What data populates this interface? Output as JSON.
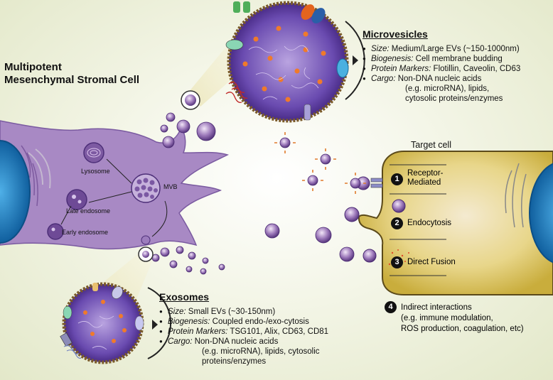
{
  "title": {
    "line1": "Multipotent",
    "line2": "Mesenchymal Stromal Cell"
  },
  "cell_labels": {
    "lysosome": "Lysosome",
    "mvb": "MVB",
    "late_endosome": "Late endosome",
    "early_endosome": "Early endosome"
  },
  "target_cell": {
    "label": "Target cell"
  },
  "mechanisms": [
    {
      "num": "1",
      "line1": "Receptor-",
      "line2": "Mediated"
    },
    {
      "num": "2",
      "line1": "Endocytosis",
      "line2": ""
    },
    {
      "num": "3",
      "line1": "Direct Fusion",
      "line2": ""
    },
    {
      "num": "4",
      "line1": "Indirect interactions",
      "line2": "(e.g. immune modulation,",
      "line3": "ROS production, coagulation, etc)"
    }
  ],
  "microvesicles": {
    "heading": "Microvesicles",
    "size_key": "Size:",
    "size_val": " Medium/Large EVs (~150-1000nm)",
    "bio_key": "Biogenesis:",
    "bio_val": " Cell membrane budding",
    "pm_key": "Protein Markers:",
    "pm_val": " Flotillin, Caveolin, CD63",
    "cargo_key": "Cargo:",
    "cargo_val": " Non-DNA nucleic acids",
    "cargo_l2": "(e.g. microRNA), lipids,",
    "cargo_l3": "cytosolic proteins/enzymes"
  },
  "exosomes": {
    "heading": "Exosomes",
    "size_key": "Size:",
    "size_val": " Small EVs (~30-150nm)",
    "bio_key": "Biogenesis:",
    "bio_val": " Coupled endo-/exo-cytosis",
    "pm_key": "Protein Markers:",
    "pm_val": " TSG101, Alix, CD63, CD81",
    "cargo_key": "Cargo:",
    "cargo_val": " Non-DNA nucleic acids",
    "cargo_l2": "(e.g. microRNA), lipids, cytosolic",
    "cargo_l3": "proteins/enzymes"
  },
  "colors": {
    "cell": "#a889c4",
    "target": "#e9d76a",
    "nucleus": "#1e88c7",
    "vesicle": "#5b3a8e",
    "cargo": "#f07a2a"
  }
}
